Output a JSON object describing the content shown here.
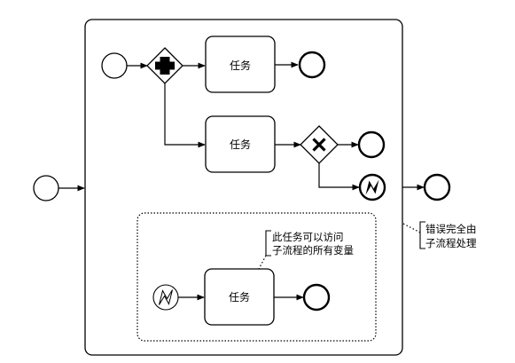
{
  "tasks": {
    "task_top": "任务",
    "task_middle": "任务",
    "task_event_sub": "任务"
  },
  "annotations": {
    "error_note_line1": "错误完全由",
    "error_note_line2": "子流程处理",
    "access_note_line1": "此任务可以访问",
    "access_note_line2": "子流程的所有变量"
  }
}
